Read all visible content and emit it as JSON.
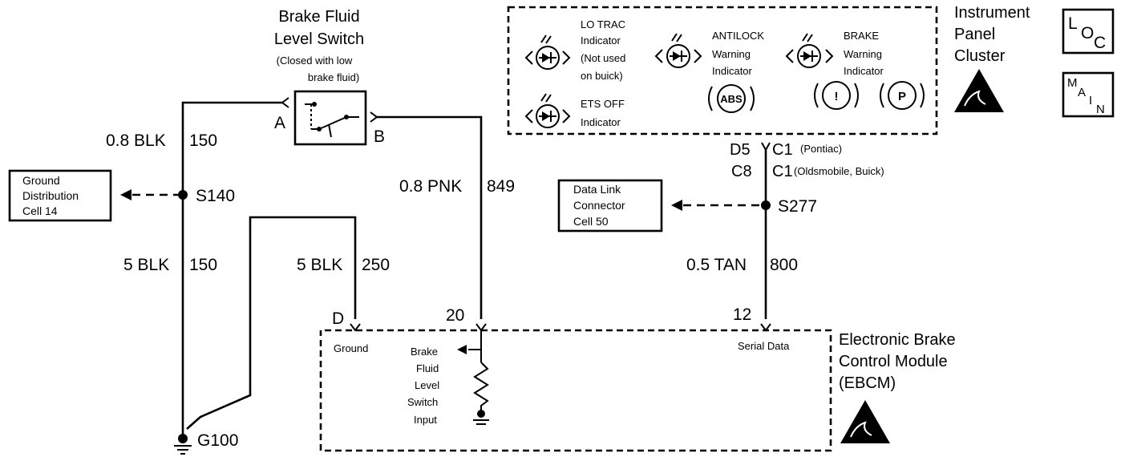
{
  "switch": {
    "title_line1": "Brake Fluid",
    "title_line2": "Level Switch",
    "note_line1": "(Closed with low",
    "note_line2": "brake fluid)",
    "terminal_a": "A",
    "terminal_b": "B"
  },
  "ipc": {
    "label_line1": "Instrument",
    "label_line2": "Panel",
    "label_line3": "Cluster",
    "lo_trac": [
      "LO TRAC",
      "Indicator",
      "(Not used",
      "on buick)"
    ],
    "ets_off": [
      "ETS OFF",
      "Indicator"
    ],
    "antilock": [
      "ANTILOCK",
      "Warning",
      "Indicator"
    ],
    "brake": [
      "BRAKE",
      "Warning",
      "Indicator"
    ],
    "abs_symbol": "ABS",
    "excl_symbol": "!",
    "p_symbol": "P"
  },
  "badges": {
    "loc": [
      "L",
      "O",
      "C"
    ],
    "main": [
      "M",
      "A",
      "I",
      "N"
    ]
  },
  "wires": {
    "w1": "0.8 BLK",
    "w1_circuit": "150",
    "w2": "5 BLK",
    "w2_circuit": "150",
    "w3": "5 BLK",
    "w3_circuit": "250",
    "w4": "0.8 PNK",
    "w4_circuit": "849",
    "w5": "0.5 TAN",
    "w5_circuit": "800"
  },
  "splices": {
    "s140": "S140",
    "s277": "S277",
    "g100": "G100"
  },
  "ground_dist": [
    "Ground",
    "Distribution",
    "Cell 14"
  ],
  "dlc": [
    "Data Link",
    "Connector",
    "Cell 50"
  ],
  "ipc_conn": {
    "d5": "D5",
    "c1_a": "C1",
    "pontiac": "(Pontiac)",
    "c8": "C8",
    "c1_b": "C1",
    "olds": "(Oldsmobile, Buick)"
  },
  "ebcm": {
    "label_line1": "Electronic Brake",
    "label_line2": "Control Module",
    "label_line3": "(EBCM)",
    "pin_d": "D",
    "pin_20": "20",
    "pin_12": "12",
    "ground": "Ground",
    "serial": "Serial Data",
    "input": [
      "Brake",
      "Fluid",
      "Level",
      "Switch",
      "Input"
    ]
  }
}
